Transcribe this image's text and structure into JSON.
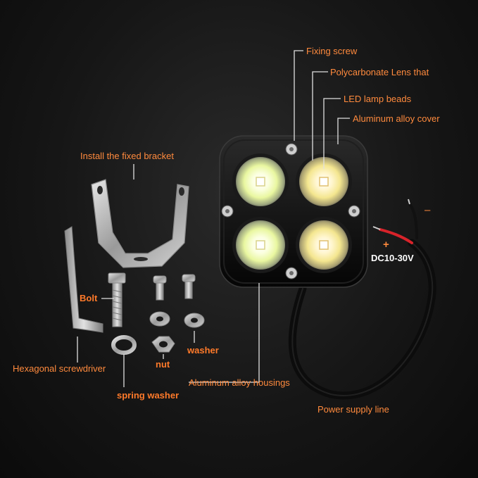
{
  "labels": {
    "fixing_screw": "Fixing screw",
    "lens": "Polycarbonate Lens that",
    "led_beads": "LED lamp beads",
    "cover": "Aluminum alloy cover",
    "bracket": "Install the fixed bracket",
    "bolt": "Bolt",
    "washer": "washer",
    "nut": "nut",
    "spring_washer": "spring washer",
    "screwdriver": "Hexagonal screwdriver",
    "housings": "Aluminum alloy housings",
    "power_line": "Power supply line",
    "minus": "–",
    "plus": "+",
    "voltage": "DC10-30V"
  },
  "colors": {
    "label": "#ff8a3d",
    "leader_line": "#e0e0e0",
    "housing": "#0e0e0e",
    "metal": "#b9b9b9",
    "wire_red": "#d8232a"
  },
  "icons": [
    "led-light-icon",
    "bracket-icon",
    "hex-key-icon",
    "bolt-icon",
    "screw-icon",
    "washer-icon",
    "nut-icon",
    "spring-washer-icon",
    "cable-icon"
  ]
}
